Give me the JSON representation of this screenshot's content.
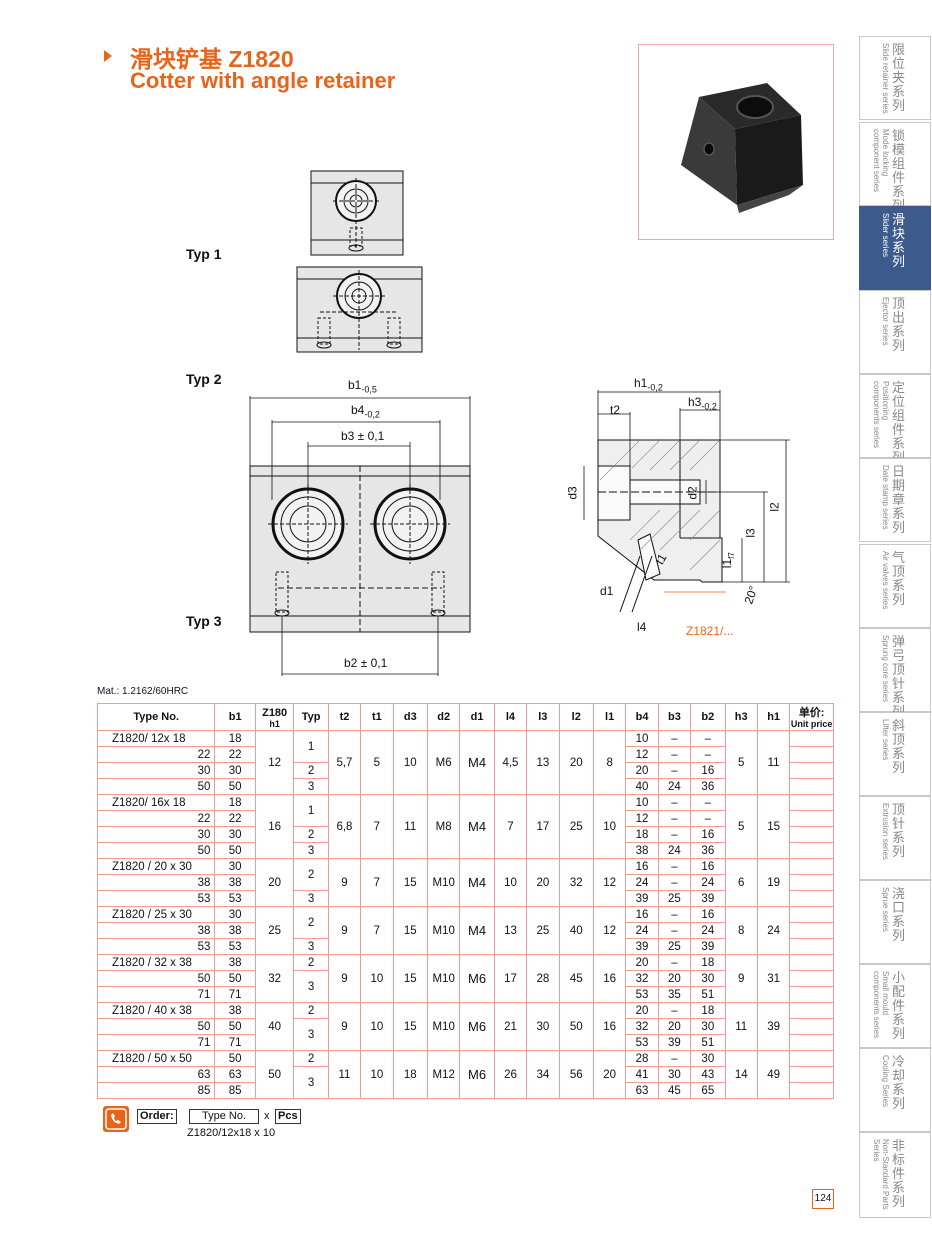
{
  "title": {
    "chinese": "滑块铲基  Z1820",
    "english": "Cotter with angle retainer"
  },
  "photo": {
    "alt_icon": "cotter-block-product-photo"
  },
  "drawings": {
    "typ1": "Typ 1",
    "typ2": "Typ 2",
    "typ3": "Typ 3",
    "dims": {
      "b1": "b1",
      "b1_tol": "-0,5",
      "b4": "b4",
      "b4_tol": "-0,2",
      "b3": "b3 ± 0,1",
      "b2": "b2 ± 0,1",
      "h1": "h1",
      "h1_tol": "-0,2",
      "h3": "h3",
      "h3_tol": "-0,2",
      "t2": "t2",
      "d3": "d3",
      "d2": "d2",
      "l2": "l2",
      "l3": "l3",
      "l1": "l1",
      "l1_tol": "f7",
      "t1": "t1",
      "d1": "d1",
      "l4": "l4",
      "angle": "20°",
      "ref": "Z1821/..."
    }
  },
  "material": "Mat.: 1.2162/60HRC",
  "table": {
    "headers": [
      "Type No.",
      "b1",
      "Z180\nh1",
      "Typ",
      "t2",
      "t1",
      "d3",
      "d2",
      "d1",
      "l4",
      "l3",
      "l2",
      "l1",
      "b4",
      "b3",
      "b2",
      "h3",
      "h1",
      "单价:\nUnit price"
    ],
    "groups": [
      {
        "type_no": "Z1820/ 12x 18",
        "rows": [
          {
            "tn": "18",
            "b1": "18",
            "typ": "1",
            "b4": "10",
            "b3": "–",
            "b2": "–"
          },
          {
            "tn": "22",
            "b1": "22",
            "typ": "",
            "b4": "12",
            "b3": "–",
            "b2": "–"
          },
          {
            "tn": "30",
            "b1": "30",
            "typ": "2",
            "b4": "20",
            "b3": "–",
            "b2": "16"
          },
          {
            "tn": "50",
            "b1": "50",
            "typ": "3",
            "b4": "40",
            "b3": "24",
            "b2": "36"
          }
        ],
        "z180": "12",
        "t2": "5,7",
        "t1": "5",
        "d3": "10",
        "d2": "M6",
        "d1": "M4",
        "l4": "4,5",
        "l3": "13",
        "l2": "20",
        "l1": "8",
        "h3": "5",
        "h1": "11",
        "typ_spans": [
          [
            "1",
            2
          ],
          [
            "2",
            1
          ],
          [
            "3",
            1
          ]
        ]
      },
      {
        "type_no": "Z1820/ 16x 18",
        "rows": [
          {
            "tn": "18",
            "b1": "18",
            "b4": "10",
            "b3": "–",
            "b2": "–"
          },
          {
            "tn": "22",
            "b1": "22",
            "b4": "12",
            "b3": "–",
            "b2": "–"
          },
          {
            "tn": "30",
            "b1": "30",
            "b4": "18",
            "b3": "–",
            "b2": "16"
          },
          {
            "tn": "50",
            "b1": "50",
            "b4": "38",
            "b3": "24",
            "b2": "36"
          }
        ],
        "z180": "16",
        "t2": "6,8",
        "t1": "7",
        "d3": "11",
        "d2": "M8",
        "d1": "M4",
        "l4": "7",
        "l3": "17",
        "l2": "25",
        "l1": "10",
        "h3": "5",
        "h1": "15",
        "typ_spans": [
          [
            "1",
            2
          ],
          [
            "2",
            1
          ],
          [
            "3",
            1
          ]
        ]
      },
      {
        "type_no": "Z1820 / 20 x 30",
        "rows": [
          {
            "tn": "30",
            "b1": "30",
            "b4": "16",
            "b3": "–",
            "b2": "16"
          },
          {
            "tn": "38",
            "b1": "38",
            "b4": "24",
            "b3": "–",
            "b2": "24"
          },
          {
            "tn": "53",
            "b1": "53",
            "b4": "39",
            "b3": "25",
            "b2": "39"
          }
        ],
        "z180": "20",
        "t2": "9",
        "t1": "7",
        "d3": "15",
        "d2": "M10",
        "d1": "M4",
        "l4": "10",
        "l3": "20",
        "l2": "32",
        "l1": "12",
        "h3": "6",
        "h1": "19",
        "typ_spans": [
          [
            "2",
            2
          ],
          [
            "3",
            1
          ]
        ]
      },
      {
        "type_no": "Z1820 / 25 x 30",
        "rows": [
          {
            "tn": "30",
            "b1": "30",
            "b4": "16",
            "b3": "–",
            "b2": "16"
          },
          {
            "tn": "38",
            "b1": "38",
            "b4": "24",
            "b3": "–",
            "b2": "24"
          },
          {
            "tn": "53",
            "b1": "53",
            "b4": "39",
            "b3": "25",
            "b2": "39"
          }
        ],
        "z180": "25",
        "t2": "9",
        "t1": "7",
        "d3": "15",
        "d2": "M10",
        "d1": "M4",
        "l4": "13",
        "l3": "25",
        "l2": "40",
        "l1": "12",
        "h3": "8",
        "h1": "24",
        "typ_spans": [
          [
            "2",
            2
          ],
          [
            "3",
            1
          ]
        ]
      },
      {
        "type_no": "Z1820 / 32 x 38",
        "rows": [
          {
            "tn": "38",
            "b1": "38",
            "b4": "20",
            "b3": "–",
            "b2": "18"
          },
          {
            "tn": "50",
            "b1": "50",
            "b4": "32",
            "b3": "20",
            "b2": "30"
          },
          {
            "tn": "71",
            "b1": "71",
            "b4": "53",
            "b3": "35",
            "b2": "51"
          }
        ],
        "z180": "32",
        "t2": "9",
        "t1": "10",
        "d3": "15",
        "d2": "M10",
        "d1": "M6",
        "l4": "17",
        "l3": "28",
        "l2": "45",
        "l1": "16",
        "h3": "9",
        "h1": "31",
        "typ_spans": [
          [
            "2",
            1
          ],
          [
            "3",
            2
          ]
        ]
      },
      {
        "type_no": "Z1820 / 40 x 38",
        "rows": [
          {
            "tn": "38",
            "b1": "38",
            "b4": "20",
            "b3": "–",
            "b2": "18"
          },
          {
            "tn": "50",
            "b1": "50",
            "b4": "32",
            "b3": "20",
            "b2": "30"
          },
          {
            "tn": "71",
            "b1": "71",
            "b4": "53",
            "b3": "39",
            "b2": "51"
          }
        ],
        "z180": "40",
        "t2": "9",
        "t1": "10",
        "d3": "15",
        "d2": "M10",
        "d1": "M6",
        "l4": "21",
        "l3": "30",
        "l2": "50",
        "l1": "16",
        "h3": "11",
        "h1": "39",
        "typ_spans": [
          [
            "2",
            1
          ],
          [
            "3",
            2
          ]
        ]
      },
      {
        "type_no": "Z1820 / 50 x 50",
        "rows": [
          {
            "tn": "50",
            "b1": "50",
            "b4": "28",
            "b3": "–",
            "b2": "30"
          },
          {
            "tn": "63",
            "b1": "63",
            "b4": "41",
            "b3": "30",
            "b2": "43"
          },
          {
            "tn": "85",
            "b1": "85",
            "b4": "63",
            "b3": "45",
            "b2": "65"
          }
        ],
        "z180": "50",
        "t2": "11",
        "t1": "10",
        "d3": "18",
        "d2": "M12",
        "d1": "M6",
        "l4": "26",
        "l3": "34",
        "l2": "56",
        "l1": "20",
        "h3": "14",
        "h1": "49",
        "typ_spans": [
          [
            "2",
            1
          ],
          [
            "3",
            2
          ]
        ]
      }
    ]
  },
  "order": {
    "label": "Order:",
    "type_no": "Type No.",
    "x": "x",
    "pcs": "Pcs",
    "example": "Z1820/12x18   x    10"
  },
  "sidebar": [
    {
      "cn": "限位夹系列",
      "en": "Slide retainer series",
      "active": false
    },
    {
      "cn": "锁模组件系列",
      "en": "Mode locking component series",
      "active": false
    },
    {
      "cn": "滑块系列",
      "en": "Slider series",
      "active": true
    },
    {
      "cn": "顶出系列",
      "en": "Ejector series",
      "active": false
    },
    {
      "cn": "定位组件系列",
      "en": "Positioning components series",
      "active": false
    },
    {
      "cn": "日期章系列",
      "en": "Date stamp series",
      "active": false
    },
    {
      "cn": "气顶系列",
      "en": "Air valves series",
      "active": false
    },
    {
      "cn": "弹弓顶针系列",
      "en": "Sprung core series",
      "active": false
    },
    {
      "cn": "斜顶系列",
      "en": "Lifter series",
      "active": false
    },
    {
      "cn": "顶针系列",
      "en": "Extrusion series",
      "active": false
    },
    {
      "cn": "浇口系列",
      "en": "Sprue series",
      "active": false
    },
    {
      "cn": "小配件系列",
      "en": "Small mould components series",
      "active": false
    },
    {
      "cn": "冷却系列",
      "en": "Cooling Series",
      "active": false
    },
    {
      "cn": "非标件系列",
      "en": "Non-Standard Parts Series",
      "active": false
    }
  ],
  "page_number": "124",
  "colors": {
    "accent": "#e8641b",
    "table_border": "#f09a9a",
    "sidebar_active": "#3d5a8c"
  }
}
